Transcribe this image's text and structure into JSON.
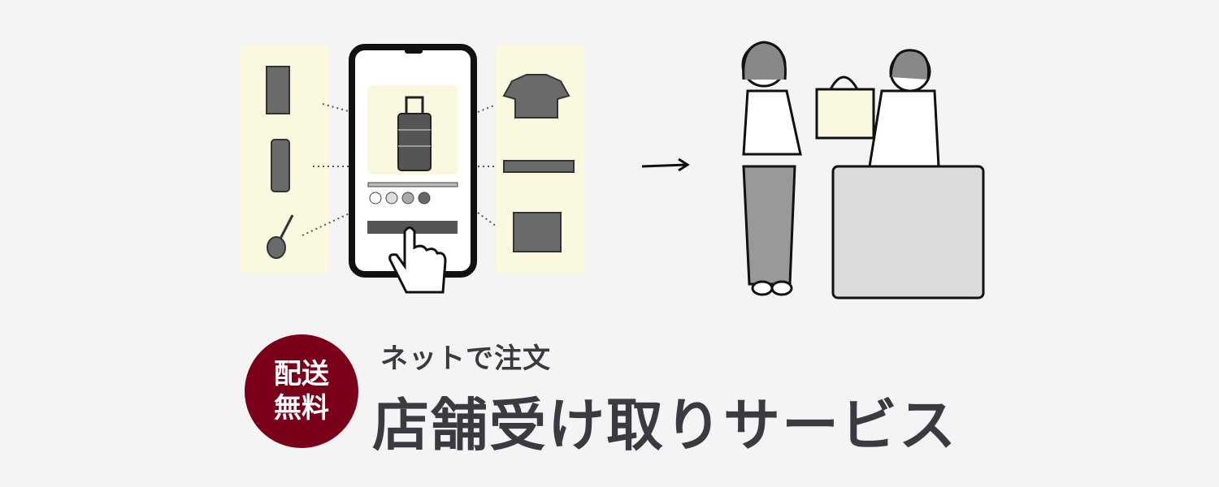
{
  "badge": {
    "line1": "配送",
    "line2": "無料",
    "color": "#7a0019"
  },
  "headline": {
    "sub": "ネットで注文",
    "main": "店舗受け取りサービス"
  },
  "illustration": {
    "left_items": [
      "file-box-icon",
      "bottle-icon",
      "spoon-icon"
    ],
    "right_items": [
      "tshirt-icon",
      "bed-icon",
      "sofa-icon"
    ],
    "phone_product": "suitcase-icon",
    "panel_color": "#faf8df",
    "text_color": "#3a3a40"
  }
}
